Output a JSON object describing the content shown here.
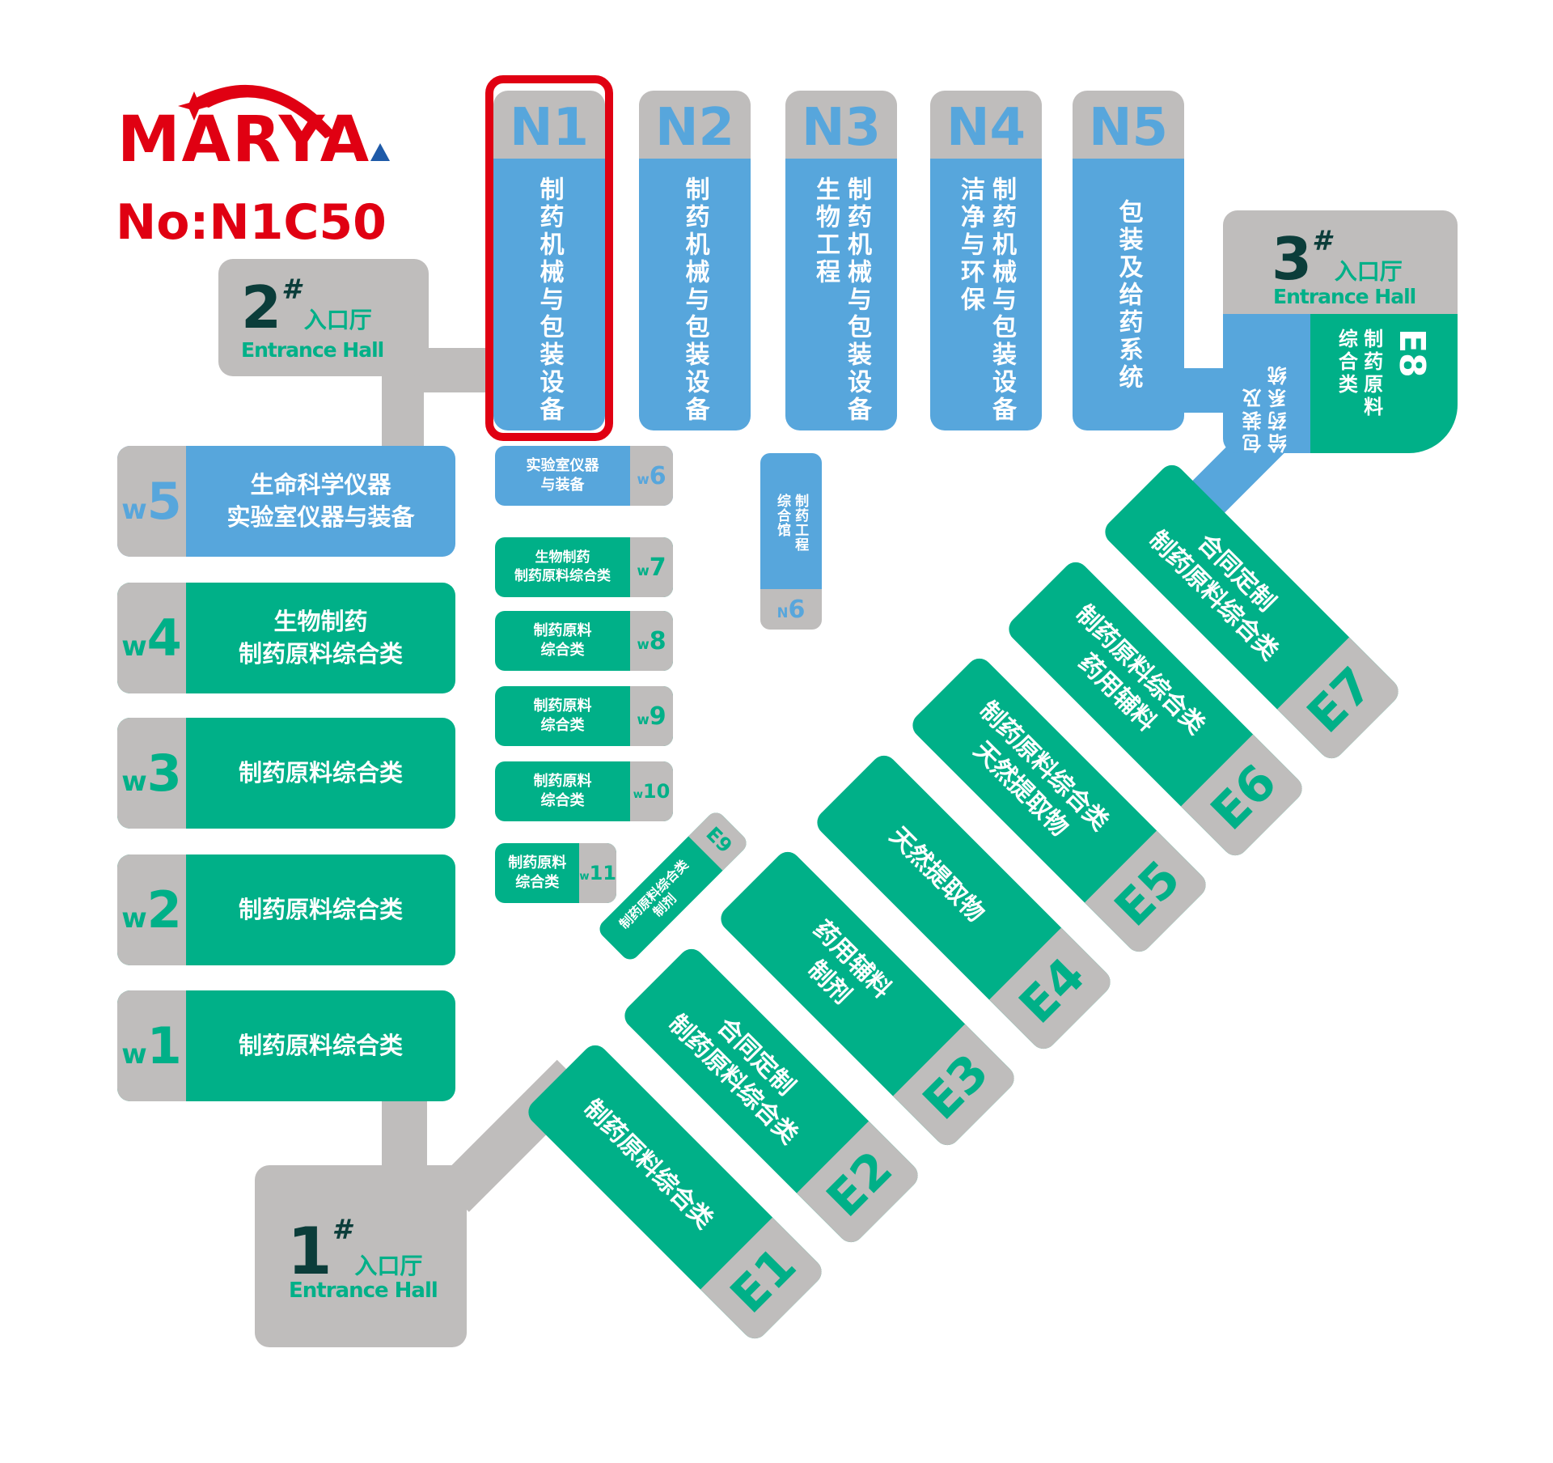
{
  "brand": {
    "logo_text": "MARYA",
    "booth_number": "No:N1C50",
    "colors": {
      "brand_red": "#E00012",
      "hall_blue": "#57A6DC",
      "hall_green": "#00B088",
      "label_gray": "#BFBDBC",
      "dark_text": "#0B3D3A"
    }
  },
  "highlight": {
    "hall": "N1",
    "booth": "N1C50"
  },
  "entrances": [
    {
      "num": "1",
      "mark": "#",
      "cn": "入口厅",
      "en": "Entrance Hall"
    },
    {
      "num": "2",
      "mark": "#",
      "cn": "入口厅",
      "en": "Entrance Hall"
    },
    {
      "num": "3",
      "mark": "#",
      "cn": "入口厅",
      "en": "Entrance Hall"
    }
  ],
  "n_halls": [
    {
      "prefix": "N",
      "num": "1",
      "lines": [
        "制药机械与包装设备"
      ]
    },
    {
      "prefix": "N",
      "num": "2",
      "lines": [
        "制药机械与包装设备"
      ]
    },
    {
      "prefix": "N",
      "num": "3",
      "lines": [
        "制药机械与包装设备",
        "生物工程"
      ]
    },
    {
      "prefix": "N",
      "num": "4",
      "lines": [
        "制药机械与包装设备",
        "洁净与环保"
      ]
    },
    {
      "prefix": "N",
      "num": "5",
      "lines": [
        "包装及给药系统"
      ]
    },
    {
      "prefix": "N",
      "num": "6",
      "lines": [
        "制药工程",
        "综合馆"
      ]
    }
  ],
  "w_halls": [
    {
      "prefix": "w",
      "num": "1",
      "lines": [
        "制药原料综合类"
      ]
    },
    {
      "prefix": "w",
      "num": "2",
      "lines": [
        "制药原料综合类"
      ]
    },
    {
      "prefix": "w",
      "num": "3",
      "lines": [
        "制药原料综合类"
      ]
    },
    {
      "prefix": "w",
      "num": "4",
      "lines": [
        "生物制药",
        "制药原料综合类"
      ]
    },
    {
      "prefix": "w",
      "num": "5",
      "lines": [
        "生命科学仪器",
        "实验室仪器与装备"
      ]
    },
    {
      "prefix": "w",
      "num": "6",
      "lines": [
        "实验室仪器",
        "与装备"
      ]
    },
    {
      "prefix": "w",
      "num": "7",
      "lines": [
        "生物制药",
        "制药原料综合类"
      ]
    },
    {
      "prefix": "w",
      "num": "8",
      "lines": [
        "制药原料",
        "综合类"
      ]
    },
    {
      "prefix": "w",
      "num": "9",
      "lines": [
        "制药原料",
        "综合类"
      ]
    },
    {
      "prefix": "w",
      "num": "10",
      "lines": [
        "制药原料",
        "综合类"
      ]
    },
    {
      "prefix": "w",
      "num": "11",
      "lines": [
        "制药原料",
        "综合类"
      ]
    }
  ],
  "e_halls": [
    {
      "code": "E1",
      "lines": [
        "制药原料综合类"
      ]
    },
    {
      "code": "E2",
      "lines": [
        "合同定制",
        "制药原料综合类"
      ]
    },
    {
      "code": "E3",
      "lines": [
        "药用辅料",
        "制剂"
      ]
    },
    {
      "code": "E4",
      "lines": [
        "天然提取物"
      ]
    },
    {
      "code": "E5",
      "lines": [
        "制药原料综合类",
        "天然提取物"
      ]
    },
    {
      "code": "E6",
      "lines": [
        "制药原料综合类",
        "药用辅料"
      ]
    },
    {
      "code": "E7",
      "lines": [
        "合同定制",
        "制药原料综合类"
      ]
    },
    {
      "code": "E8",
      "lines": [
        "制药原料",
        "综合类"
      ]
    },
    {
      "code": "E9",
      "lines": [
        "制药原料综合类",
        "制剂"
      ]
    }
  ],
  "hall3_annex": {
    "lines": [
      "包装及",
      "给药系统"
    ]
  }
}
